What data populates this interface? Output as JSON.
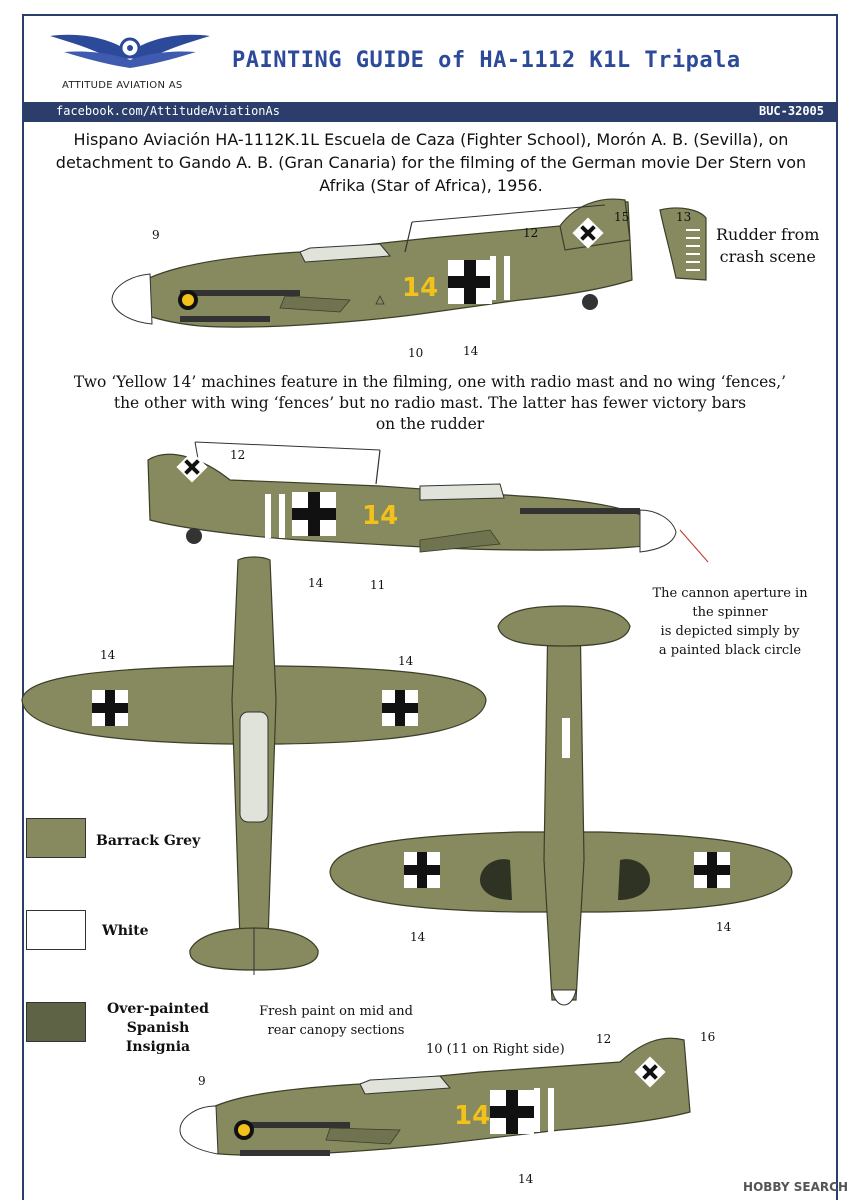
{
  "header": {
    "logo_text": "ATTITUDE AVIATION AS",
    "title": "PAINTING GUIDE of HA-1112 K1L Tripala",
    "facebook": "facebook.com/AttitudeAviationAs",
    "code": "BUC-32005"
  },
  "description": {
    "line1": "Hispano Aviación HA-1112K.1L Escuela de Caza (Fighter School), Morón A. B. (Sevilla), on",
    "line2": "detachment to Gando A. B. (Gran Canaria) for the filming of the German movie Der Stern von",
    "line3": "Afrika (Star of Africa), 1956."
  },
  "description2": {
    "line1": "Two ‘Yellow 14’ machines feature in the filming, one with radio mast and no wing ‘fences,’",
    "line2": "the other with wing ‘fences’ but no radio mast. The latter has fewer victory bars",
    "line3": "on the rudder"
  },
  "notes": {
    "rudder_line1": "Rudder from",
    "rudder_line2": "crash scene",
    "cannon_line1": "The cannon aperture in",
    "cannon_line2": "the spinner",
    "cannon_line3": "is depicted simply by",
    "cannon_line4": "a painted black circle",
    "fresh_line1": "Fresh paint on mid and",
    "fresh_line2": "rear canopy sections",
    "right_side": "10 (11 on Right side)"
  },
  "callouts": {
    "n9": "9",
    "n10": "10",
    "n11": "11",
    "n12": "12",
    "n13": "13",
    "n14": "14",
    "n15": "15",
    "n16": "16"
  },
  "fuselage_code": "14",
  "legend": [
    {
      "label_line1": "Barrack Grey",
      "label_line2": "",
      "color": "#878a5f"
    },
    {
      "label_line1": "White",
      "label_line2": "",
      "color": "#ffffff"
    },
    {
      "label_line1": "Over-painted",
      "label_line2": "Spanish Insignia",
      "color": "#5f6345"
    }
  ],
  "colors": {
    "olive": "#878a5f",
    "olive_dark": "#6f7350",
    "overpaint": "#5f6345",
    "yellow": "#f2c21b",
    "header_blue": "#2d4a9a",
    "bar_navy": "#2b3d6b"
  },
  "watermark": "HOBBY SEARCH"
}
